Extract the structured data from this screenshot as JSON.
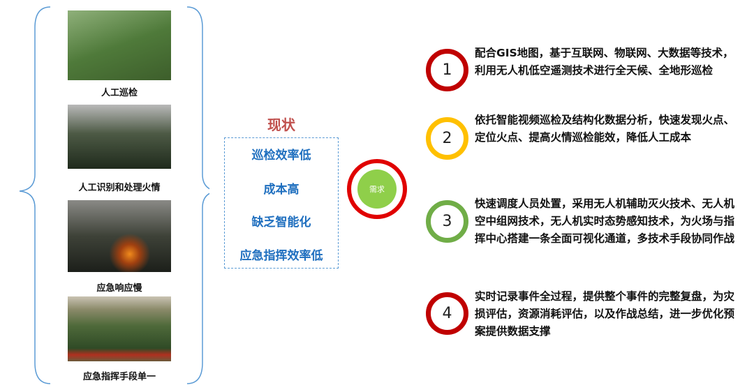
{
  "left_items": [
    {
      "label": "人工巡检",
      "photo": "person-patrolling-forest"
    },
    {
      "label": "人工识别和处理火情",
      "photo": "forest-smoke"
    },
    {
      "label": "应急响应慢",
      "photo": "forest-fire-dusk"
    },
    {
      "label": "应急指挥手段单一",
      "photo": "hillside-fire"
    }
  ],
  "status": {
    "title": "现状",
    "items": [
      "巡检效率低",
      "成本高",
      "缺乏智能化",
      "应急指挥效率低"
    ]
  },
  "need": {
    "label": "需求"
  },
  "solutions": [
    {
      "number": "1",
      "color": "#c00000",
      "text": "配合GIS地图，基于互联网、物联网、大数据等技术，利用无人机低空遥测技术进行全天候、全地形巡检"
    },
    {
      "number": "2",
      "color": "#ffc000",
      "text": "依托智能视频巡检及结构化数据分析，快速发现火点、定位火点、提高火情巡检能效，降低人工成本"
    },
    {
      "number": "3",
      "color": "#70ad47",
      "text": "快速调度人员处置，采用无人机辅助灭火技术、无人机空中组网技术，无人机实时态势感知技术，为火场与指挥中心搭建一条全面可视化通道，多技术手段协同作战"
    },
    {
      "number": "4",
      "color": "#c00000",
      "text": "实时记录事件全过程，提供整个事件的完整复盘，为灾损评估，资源消耗评估，以及作战总结，进一步优化预案提供数据支撑"
    }
  ]
}
